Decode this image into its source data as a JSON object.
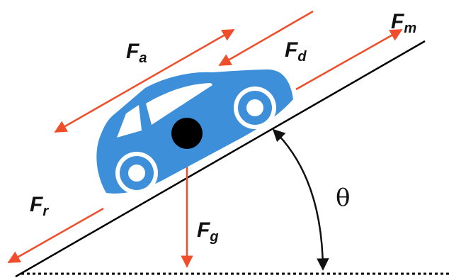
{
  "colors": {
    "force_arrow": "#f04e2a",
    "car_body": "#3d8fd9",
    "slope": "#000000",
    "center_of_mass": "#000000",
    "ground": "#000000"
  },
  "forces": {
    "aero": {
      "symbol": "F",
      "sub": "a"
    },
    "drive": {
      "symbol": "F",
      "sub": "d"
    },
    "motor": {
      "symbol": "F",
      "sub": "m"
    },
    "rolling": {
      "symbol": "F",
      "sub": "r"
    },
    "gravity": {
      "symbol": "F",
      "sub": "g"
    }
  },
  "angle": {
    "symbol": "θ"
  }
}
